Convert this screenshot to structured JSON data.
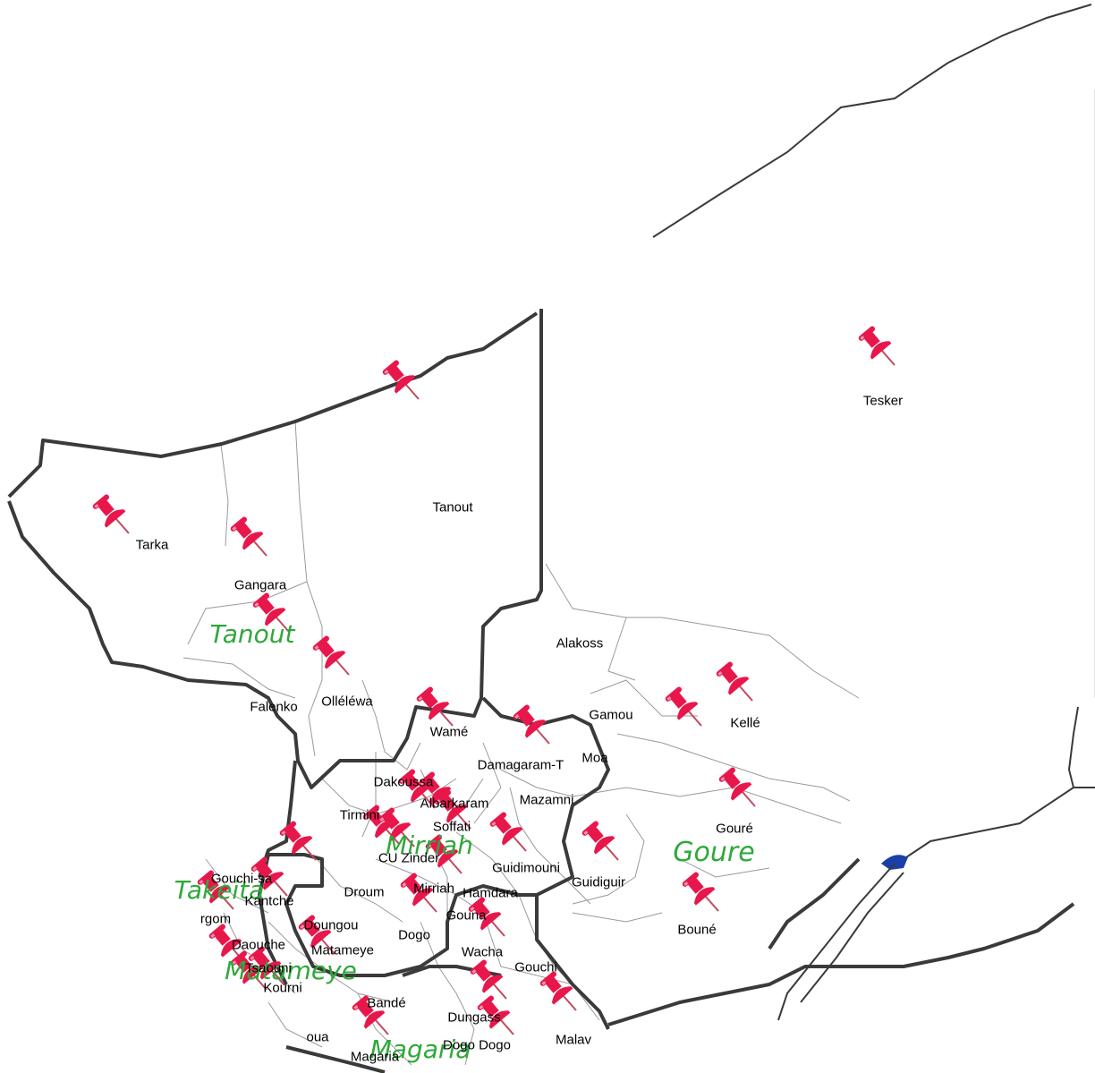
{
  "colors": {
    "background": "#ffffff",
    "border_bold": "#3a3a3a",
    "border_thin": "#9a9a9a",
    "pin": "#e8174b",
    "dept_label": "#2fa83a",
    "water": "#1b3fa8"
  },
  "departments": [
    {
      "id": "tanout",
      "label": "Tanout"
    },
    {
      "id": "mirriah",
      "label": "Mirriah"
    },
    {
      "id": "goure",
      "label": "Goure"
    },
    {
      "id": "matameye",
      "label": "Matameye"
    },
    {
      "id": "magaria",
      "label": "Magaria"
    },
    {
      "id": "takeita",
      "label": "Takeita"
    }
  ],
  "communes": [
    {
      "id": "tesker",
      "label": "Tesker"
    },
    {
      "id": "tanout",
      "label": "Tanout"
    },
    {
      "id": "tarka",
      "label": "Tarka"
    },
    {
      "id": "gangara",
      "label": "Gangara"
    },
    {
      "id": "falenko",
      "label": "Falenko"
    },
    {
      "id": "olleleewa",
      "label": "Olléléwa"
    },
    {
      "id": "wame",
      "label": "Wamé"
    },
    {
      "id": "alakoss",
      "label": "Alakoss"
    },
    {
      "id": "gamou",
      "label": "Gamou"
    },
    {
      "id": "kelle",
      "label": "Kellé"
    },
    {
      "id": "moa",
      "label": "Moa"
    },
    {
      "id": "damagaram-t",
      "label": "Damagaram-T"
    },
    {
      "id": "dakoussa",
      "label": "Dakoussa"
    },
    {
      "id": "albarkaram",
      "label": "Albarkaram"
    },
    {
      "id": "mazamni",
      "label": "Mazamni"
    },
    {
      "id": "tirmini",
      "label": "Tirmini"
    },
    {
      "id": "soffati",
      "label": "Soffati"
    },
    {
      "id": "cu-zinder",
      "label": "CU Zinder"
    },
    {
      "id": "goure-c",
      "label": "Gouré"
    },
    {
      "id": "guidimouni",
      "label": "Guidimouni"
    },
    {
      "id": "guidiguir",
      "label": "Guidiguir"
    },
    {
      "id": "droum",
      "label": "Droum"
    },
    {
      "id": "mirriah-c",
      "label": "Mirriah"
    },
    {
      "id": "hamdara",
      "label": "Hamdara"
    },
    {
      "id": "gouna",
      "label": "Gouna"
    },
    {
      "id": "boune",
      "label": "Bouné"
    },
    {
      "id": "gouchi-tsa",
      "label": "Gouchi-sa"
    },
    {
      "id": "kantche",
      "label": "Kantche"
    },
    {
      "id": "doungou",
      "label": "Doungou"
    },
    {
      "id": "dogo",
      "label": "Dogo"
    },
    {
      "id": "wacha",
      "label": "Wacha"
    },
    {
      "id": "ichirnawa",
      "label": "rgom"
    },
    {
      "id": "daouche",
      "label": "Daouche"
    },
    {
      "id": "matameye-c",
      "label": "Matameye"
    },
    {
      "id": "tsaouni",
      "label": "Tsaouni"
    },
    {
      "id": "kourni",
      "label": "Kourni"
    },
    {
      "id": "gouchi",
      "label": "Gouchi"
    },
    {
      "id": "bande",
      "label": "Bandé"
    },
    {
      "id": "dungass",
      "label": "Dungass"
    },
    {
      "id": "malawa",
      "label": "Malav"
    },
    {
      "id": "magaria-c",
      "label": "Magaria"
    },
    {
      "id": "dogo-dogo",
      "label": "Dogo Dogo"
    },
    {
      "id": "yaouri",
      "label": "oua"
    }
  ]
}
